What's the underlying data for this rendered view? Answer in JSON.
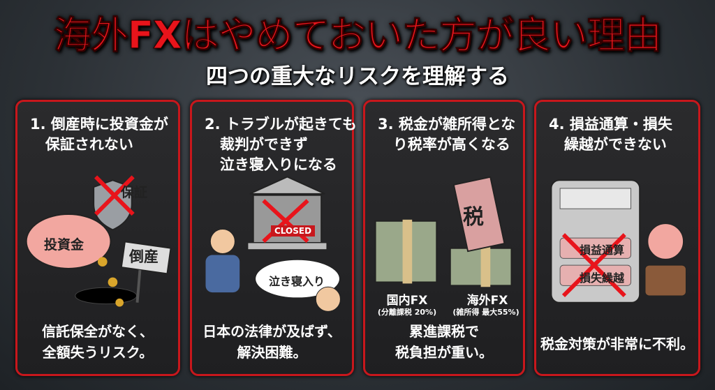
{
  "header": {
    "title": "海外FXはやめておいた方が良い理由",
    "subtitle": "四つの重大なリスクを理解する"
  },
  "panels": [
    {
      "title": "1. 倒産時に投資金が\n   保証されない",
      "bottom": "信託保全がなく、\n全額失うリスク。",
      "labels": {
        "shield": "保証",
        "pig": "投資金",
        "sign": "倒産"
      }
    },
    {
      "title": "2. トラブルが起きても\n   裁判ができず\n   泣き寝入りになる",
      "bottom": "日本の法律が及ばず、\n解決困難。",
      "labels": {
        "closed": "CLOSED",
        "bubble": "泣き寝入り"
      }
    },
    {
      "title": "3. 税金が雑所得とな\n   り税率が高くなる",
      "bottom": "累進課税で\n税負担が重い。",
      "labels": {
        "tax": "税",
        "domestic": "国内FX",
        "domestic_note": "(分離課税 20%)",
        "overseas": "海外FX",
        "overseas_note": "(雑所得 最大55%)"
      }
    },
    {
      "title": "4. 損益通算・損失\n   繰越ができない",
      "bottom": "税金対策が非常に不利。",
      "labels": {
        "btn1": "損益通算",
        "btn2": "損失繰越"
      }
    }
  ],
  "colors": {
    "accent": "#e8141b",
    "panel_border": "#c8171c"
  }
}
